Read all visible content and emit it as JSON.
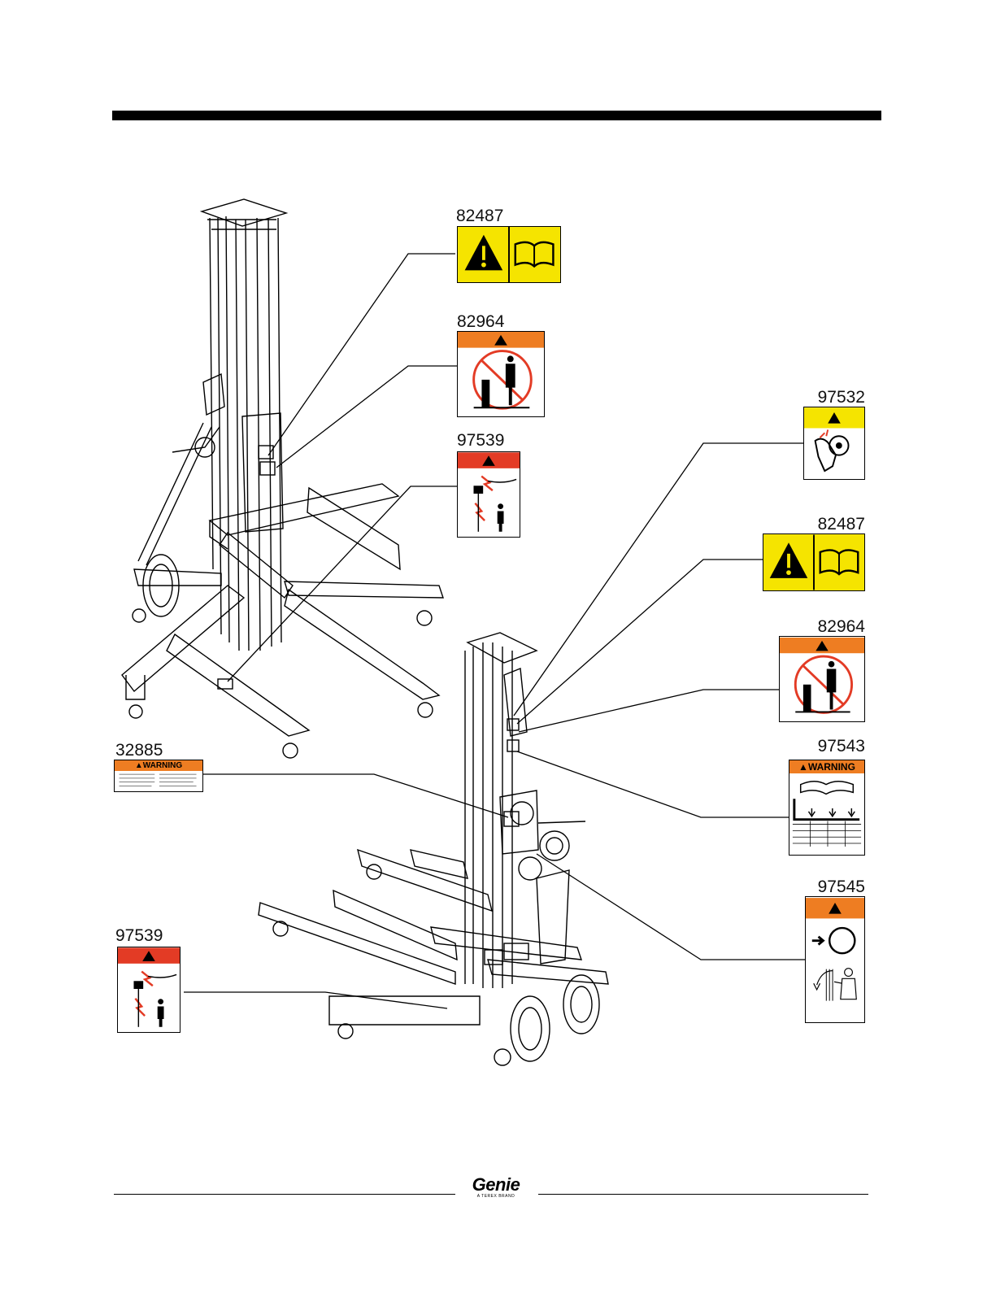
{
  "decals": [
    {
      "id": "d1",
      "number": "82487",
      "type": "danger-manual"
    },
    {
      "id": "d2",
      "number": "82964",
      "type": "no-riding"
    },
    {
      "id": "d3",
      "number": "97539",
      "type": "electrocution"
    },
    {
      "id": "d4",
      "number": "97532",
      "type": "pinch"
    },
    {
      "id": "d5",
      "number": "82487",
      "type": "danger-manual"
    },
    {
      "id": "d6",
      "number": "82964",
      "type": "no-riding"
    },
    {
      "id": "d7",
      "number": "97543",
      "type": "capacity"
    },
    {
      "id": "d8",
      "number": "32885",
      "type": "warning-text"
    },
    {
      "id": "d9",
      "number": "97545",
      "type": "cable"
    },
    {
      "id": "d10",
      "number": "97539",
      "type": "electrocution"
    }
  ],
  "warning_word": "WARNING",
  "logo": {
    "brand": "Genie",
    "sub": "A TEREX BRAND"
  },
  "colors": {
    "yellow": "#f5e400",
    "orange": "#ee7d22",
    "red": "#e33b25",
    "black": "#000000"
  }
}
